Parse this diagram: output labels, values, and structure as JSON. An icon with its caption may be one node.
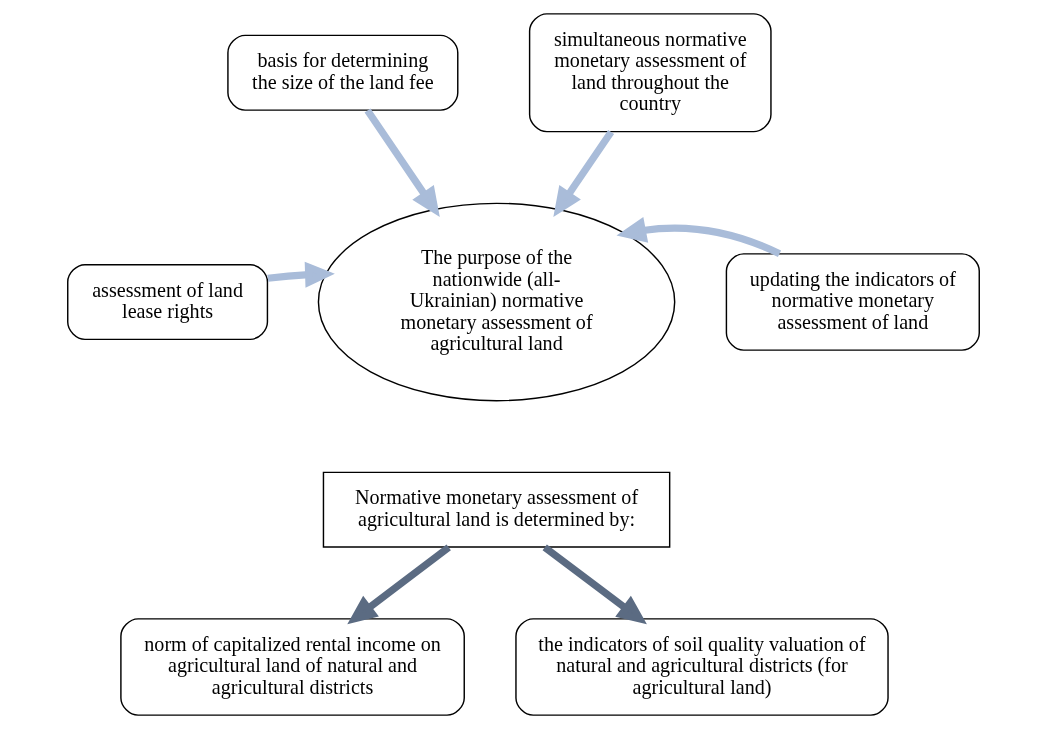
{
  "diagram": {
    "nodes": [
      {
        "text": [
          "basis for determining the size of the land fee"
        ]
      },
      {
        "text": [
          "simultaneous normative monetary assessment of land throughout the country"
        ]
      },
      {
        "text": [
          "assessment of land lease rights"
        ]
      },
      {
        "text": [
          "The purpose of the nationwide (all-Ukrainian) normative monetary assessment of agricultural land"
        ]
      },
      {
        "text": [
          "updating the indicators of normative monetary assessment of land"
        ]
      },
      {
        "text": [
          "Normative monetary assessment of agricultural land is determined by:"
        ]
      },
      {
        "text": [
          "norm of capitalized rental income on agricultural land of natural and agricultural districts"
        ]
      },
      {
        "text": [
          "the indicators of soil quality valuation of natural and agricultural districts (for agricultural land)"
        ]
      }
    ],
    "edges": [
      {
        "from": 0,
        "to": 3,
        "arrow": "to",
        "color": "#a9bcd9"
      },
      {
        "from": 1,
        "to": 3,
        "arrow": "to",
        "color": "#a9bcd9"
      },
      {
        "from": 2,
        "to": 3,
        "arrow": "to",
        "color": "#a9bcd9"
      },
      {
        "from": 4,
        "to": 3,
        "arrow": "to",
        "color": "#a9bcd9"
      },
      {
        "from": 5,
        "to": 6,
        "arrow": "to",
        "color": "#5b6b82"
      },
      {
        "from": 5,
        "to": 7,
        "arrow": "to",
        "color": "#5b6b82"
      }
    ]
  }
}
